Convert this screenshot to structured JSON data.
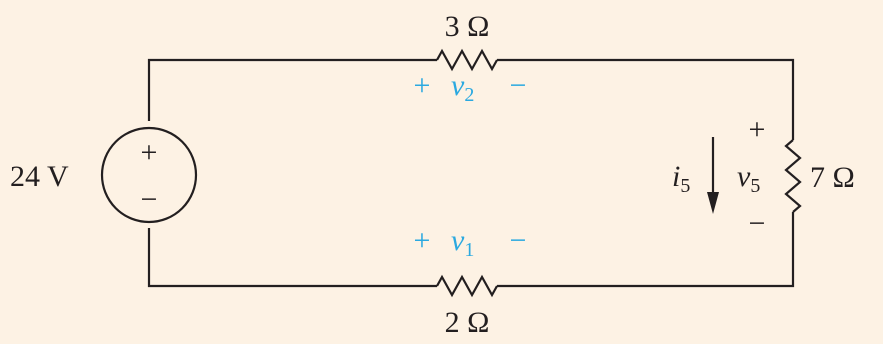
{
  "source": {
    "value": "24 V",
    "plus": "+",
    "minus": "−"
  },
  "top_resistor": {
    "value": "3 Ω"
  },
  "bottom_resistor": {
    "value": "2 Ω"
  },
  "right_resistor": {
    "value": "7 Ω"
  },
  "v2": {
    "plus": "+",
    "var": "v",
    "sub": "2",
    "minus": "−"
  },
  "v1": {
    "plus": "+",
    "var": "v",
    "sub": "1",
    "minus": "−"
  },
  "v5": {
    "plus": "+",
    "var": "v",
    "sub": "5",
    "minus": "−"
  },
  "i5": {
    "var": "i",
    "sub": "5"
  },
  "colors": {
    "background": "#fdf2e4",
    "wire": "#231f20",
    "accent": "#2ba9e0"
  }
}
